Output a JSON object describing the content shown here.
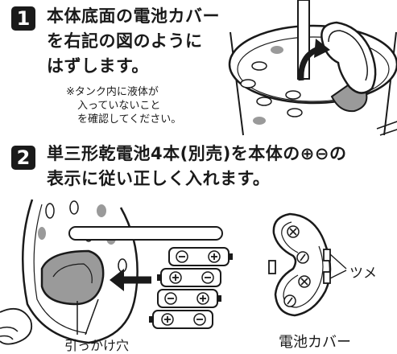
{
  "step1": {
    "number": "1",
    "heading_lines": [
      "本体底面の電池カバー",
      "を右記の図のように",
      "はずします。"
    ],
    "note_lines": [
      "※タンク内に液体が",
      "入っていないこと",
      "を確認してください。"
    ]
  },
  "step2": {
    "number": "2",
    "heading_lines": [
      "単三形乾電池4本(別売)を本体の⊕⊖の",
      "表示に従い正しく入れます。"
    ]
  },
  "labels": {
    "hook_hole": "引っかけ穴",
    "tab": "ツメ",
    "battery_cover": "電池カバー"
  },
  "symbols": {
    "plus": "⊕",
    "minus": "⊖"
  },
  "colors": {
    "ink": "#1a1a1a",
    "fill_gray": "#9a9a9a",
    "paper": "#ffffff"
  }
}
